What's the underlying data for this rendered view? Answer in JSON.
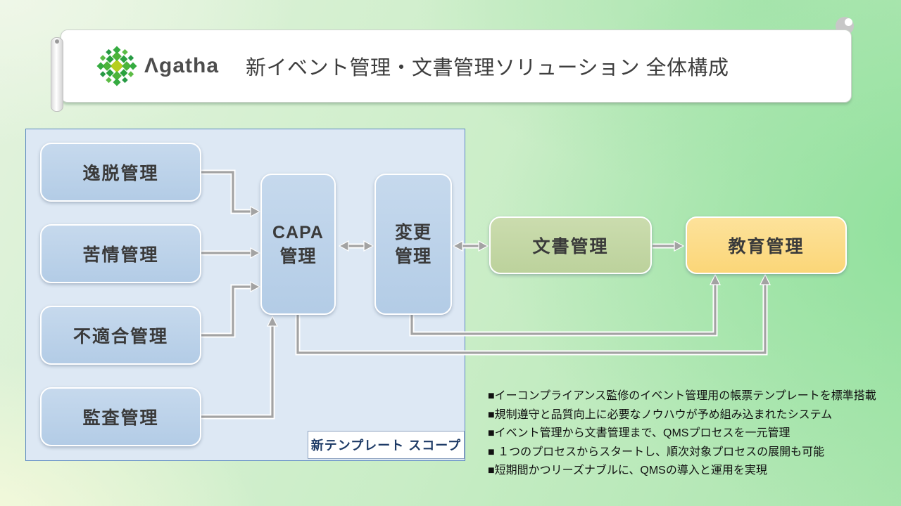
{
  "header": {
    "brand": "Λgatha",
    "title": "新イベント管理・文書管理ソリューション 全体構成"
  },
  "scope_panel": {
    "label": "新テンプレート スコープ"
  },
  "nodes": {
    "events": [
      {
        "label": "逸脱管理"
      },
      {
        "label": "苦情管理"
      },
      {
        "label": "不適合管理"
      },
      {
        "label": "監査管理"
      }
    ],
    "capa": {
      "line1": "CAPA",
      "line2": "管理"
    },
    "change": {
      "line1": "変更",
      "line2": "管理"
    },
    "document": {
      "label": "文書管理"
    },
    "education": {
      "label": "教育管理"
    }
  },
  "features": {
    "items": [
      "■イーコンプライアンス監修のイベント管理用の帳票テンプレートを標準搭載",
      "■規制遵守と品質向上に必要なノウハウが予め組み込まれたシステム",
      "■イベント管理から文書管理まで、QMSプロセスを一元管理",
      "■ １つのプロセスからスタートし、順次対象プロセスの展開も可能",
      "■短期間かつリーズナブルに、QMSの導入と運用を実現"
    ]
  },
  "colors": {
    "event_box_blue": "#b9d1e8",
    "panel_blue": "#dde8f4",
    "panel_border_blue": "#5d8ac1",
    "document_green": "#c2d4a4",
    "education_yellow": "#fbdc84",
    "arrow_gray": "#a3a3a3",
    "scope_label_navy": "#1d3a66",
    "brand_green": "#3aaa35",
    "brand_text_gray": "#4d4d4d"
  }
}
